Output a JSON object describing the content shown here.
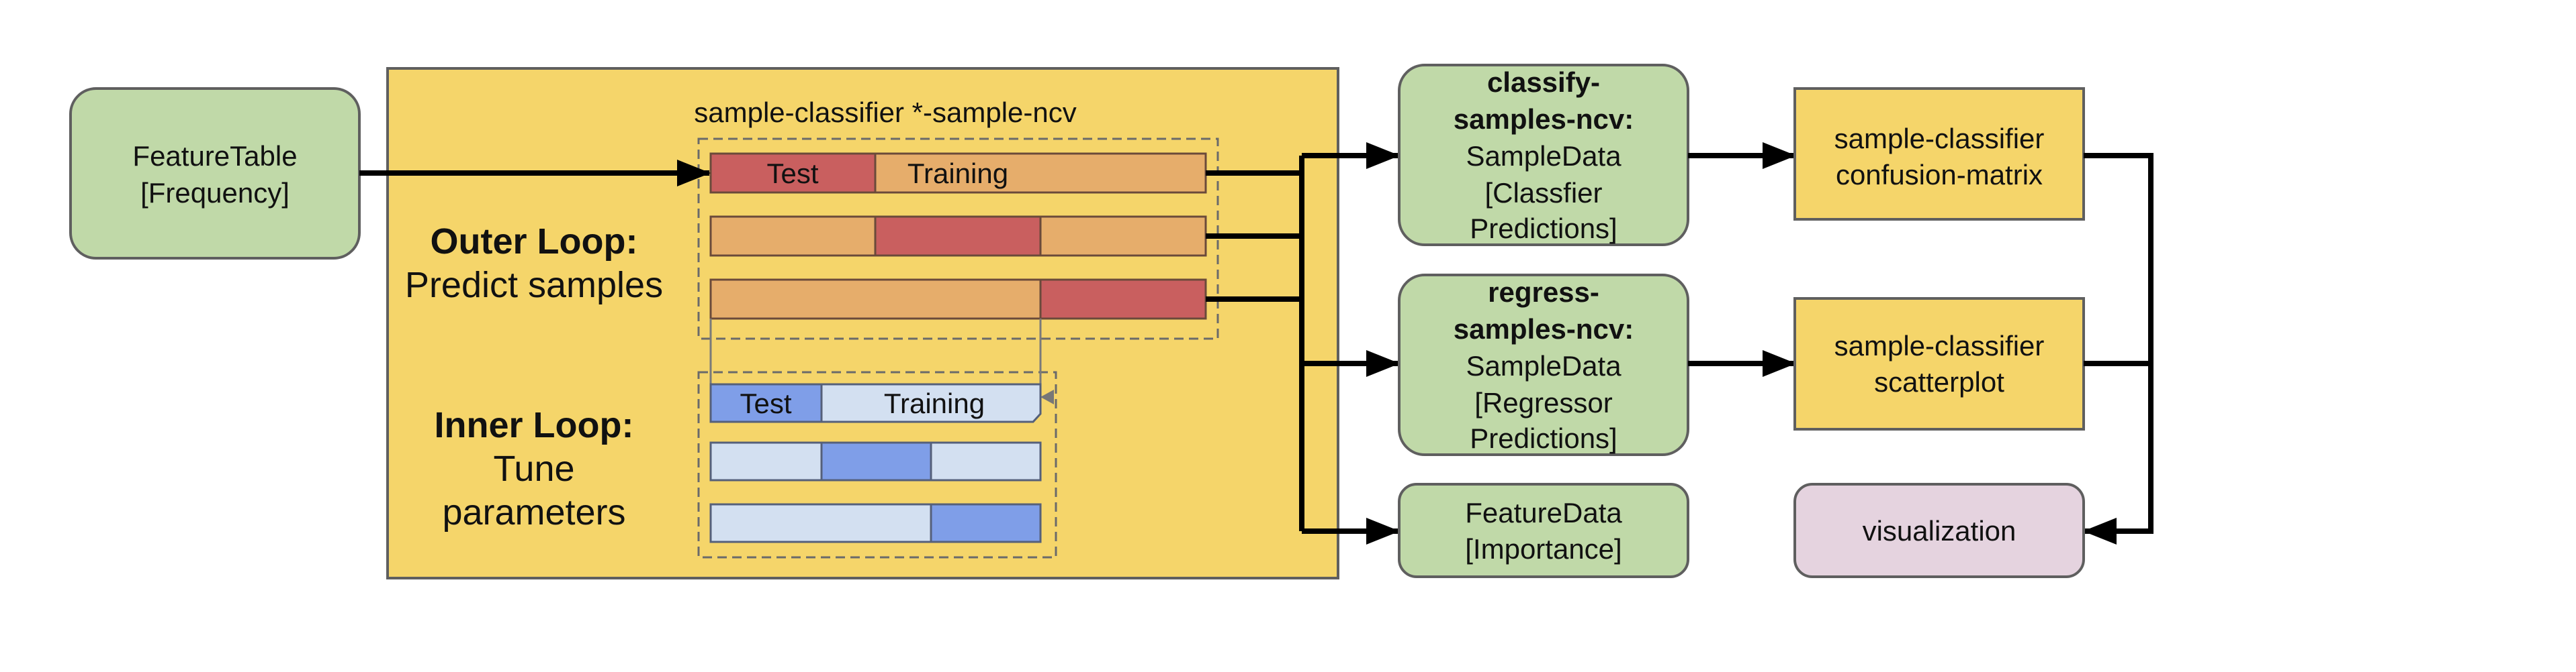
{
  "input_node": {
    "lines": [
      "FeatureTable",
      "[Frequency]"
    ]
  },
  "process_box": {
    "title": "sample-classifier *-sample-ncv",
    "outer_loop": {
      "title": "Outer Loop:",
      "subtitle": "Predict samples"
    },
    "inner_loop": {
      "title": "Inner Loop:",
      "subtitle_lines": [
        "Tune",
        "parameters"
      ]
    },
    "outer_bar": {
      "test_label": "Test",
      "training_label": "Training"
    },
    "inner_bar": {
      "test_label": "Test",
      "training_label": "Training"
    }
  },
  "outputs": {
    "classify": {
      "bold_lines": [
        "classify-",
        "samples-ncv:"
      ],
      "lines": [
        "SampleData",
        "[Classfier",
        "Predictions]"
      ]
    },
    "regress": {
      "bold_lines": [
        "regress-",
        "samples-ncv:"
      ],
      "lines": [
        "SampleData",
        "[Regressor",
        "Predictions]"
      ]
    },
    "feature": {
      "lines": [
        "FeatureData",
        "[Importance]"
      ]
    }
  },
  "visuals": {
    "confusion": {
      "lines": [
        "sample-classifier",
        "confusion-matrix"
      ]
    },
    "scatter": {
      "lines": [
        "sample-classifier",
        "scatterplot"
      ]
    },
    "visualization": {
      "lines": [
        "visualization"
      ]
    }
  },
  "colors": {
    "artifact_green": "#c0d9a8",
    "action_yellow": "#f5d56a",
    "visualization_purple": "#e5d3df",
    "outer_test_red": "#c95f5f",
    "outer_training_orange": "#e6ad6b",
    "inner_test_blue": "#7f9ee8",
    "inner_training_lightblue": "#d3e0f1"
  }
}
